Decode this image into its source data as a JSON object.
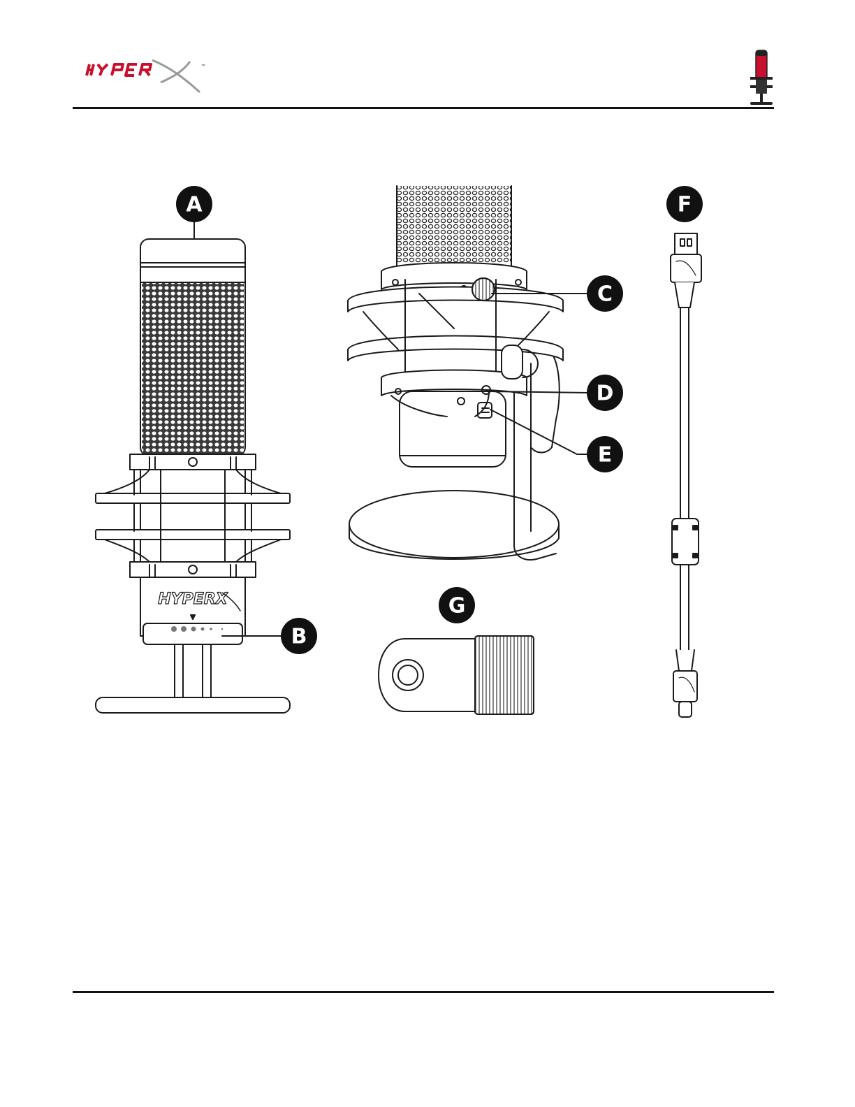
{
  "header": {
    "brand_logo_text": "HYPERX",
    "accent_color": "#c8102e"
  },
  "figure": {
    "callouts": [
      {
        "id": "a",
        "label": "A"
      },
      {
        "id": "b",
        "label": "B"
      },
      {
        "id": "c",
        "label": "C"
      },
      {
        "id": "d",
        "label": "D"
      },
      {
        "id": "e",
        "label": "E"
      },
      {
        "id": "f",
        "label": "F"
      },
      {
        "id": "g",
        "label": "G"
      }
    ],
    "mic_front_brand_text": "HYPERX"
  }
}
